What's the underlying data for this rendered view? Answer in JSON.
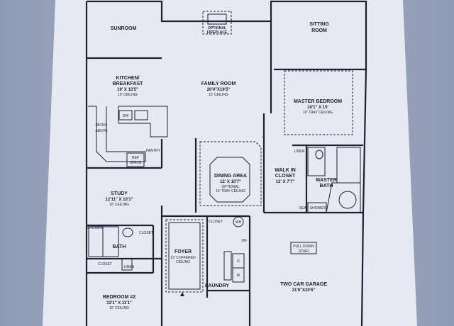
{
  "rooms": {
    "sunroom": {
      "name": "SUNROOM"
    },
    "sitting": {
      "name1": "SITTING",
      "name2": "ROOM"
    },
    "kitchen": {
      "name1": "KITCHEN/",
      "name2": "BREAKFAST",
      "dims": "19' X 13'5\"",
      "ceiling": "10' CEILING"
    },
    "family": {
      "name": "FAMILY ROOM",
      "dims": "20'4\"X19'5\"",
      "ceiling": "10' CEILING"
    },
    "fireplace": {
      "line1": "OPTIONAL",
      "line2": "FIREPLACE"
    },
    "master_bed": {
      "name": "MASTER BEDROOM",
      "dims": "16'1\" X 15'",
      "ceiling": "10' TRAY CEILING"
    },
    "dining": {
      "name": "DINING AREA",
      "dims": "12' X 10'7\"",
      "ceiling1": "OPTIONAL",
      "ceiling2": "10' TRAY CEILING"
    },
    "walk_in": {
      "name1": "WALK IN",
      "name2": "CLOSET",
      "dims": "12' X 7'7\""
    },
    "master_bath": {
      "name1": "MASTER",
      "name2": "BATH"
    },
    "study": {
      "name": "STUDY",
      "dims": "12'11\" X 10'1\"",
      "ceiling": "10' CEILING"
    },
    "bath": {
      "name": "BATH"
    },
    "foyer": {
      "name": "FOYER",
      "ceiling1": "12' COFFERED",
      "ceiling2": "CEILING"
    },
    "laundry": {
      "name": "LAUNDRY"
    },
    "garage": {
      "name": "TWO CAR GARAGE",
      "dims": "21'6\"X20'6\""
    },
    "bedroom2": {
      "name": "BEDROOM #2",
      "dims": "13'1\" X 11'1\"",
      "ceiling": "10' CEILING"
    }
  },
  "fixtures": {
    "dw": "DW",
    "micro1": "MICRO",
    "micro2": "ABOVE",
    "pantry": "PANTRY",
    "ref1": "REF",
    "ref2": "SPACE",
    "linen": "LINEN",
    "closet_a": "CLOSET",
    "closet_b": "CLOSET",
    "closet_c": "CLOSET",
    "wh": "WH",
    "dn": "DN",
    "pull1": "PULL DOWN",
    "pull2": "STAIR",
    "shower": "SHOWER",
    "seat": "SEAT",
    "linen2": "LINEN",
    "shower2": "SHOWER",
    "laundry_d": "D",
    "laundry_w": "W"
  }
}
